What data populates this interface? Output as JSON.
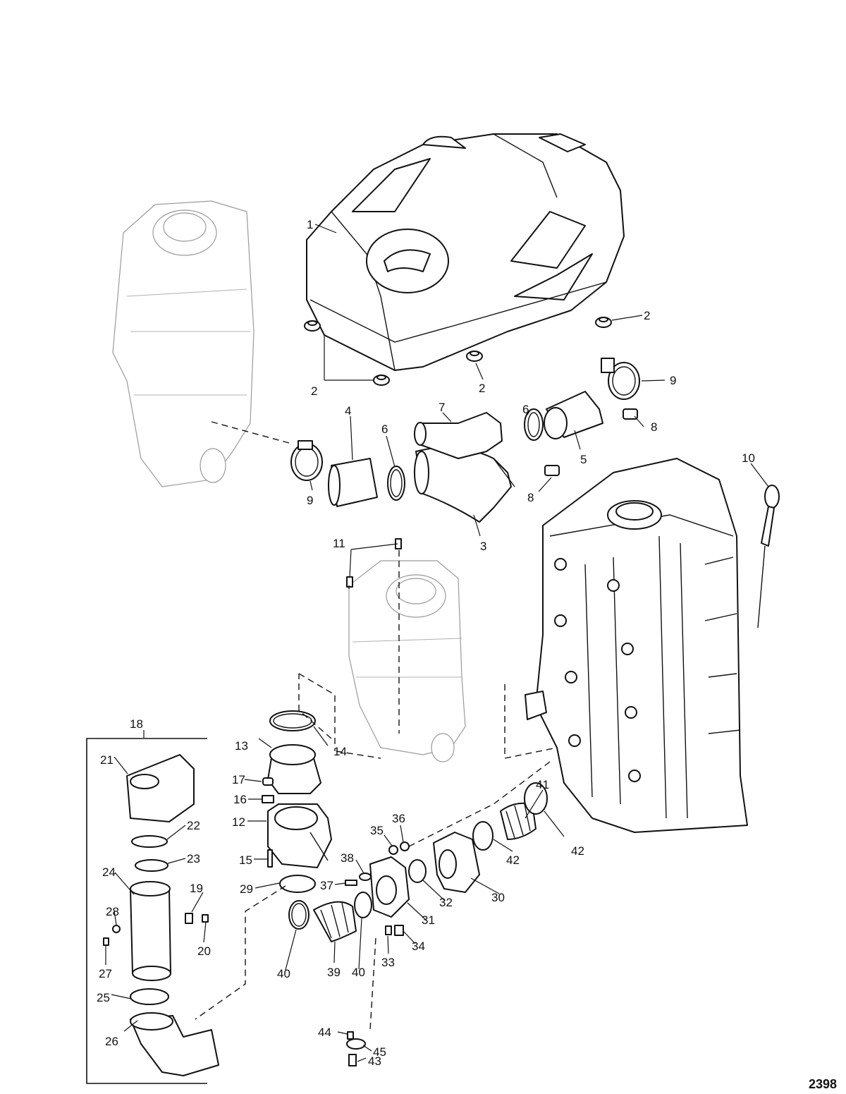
{
  "figure_number": "2398",
  "callouts": [
    {
      "id": "c1",
      "label": "1"
    },
    {
      "id": "c2a",
      "label": "2"
    },
    {
      "id": "c2b",
      "label": "2"
    },
    {
      "id": "c2c",
      "label": "2"
    },
    {
      "id": "c3",
      "label": "3"
    },
    {
      "id": "c4",
      "label": "4"
    },
    {
      "id": "c5",
      "label": "5"
    },
    {
      "id": "c6a",
      "label": "6"
    },
    {
      "id": "c6b",
      "label": "6"
    },
    {
      "id": "c7",
      "label": "7"
    },
    {
      "id": "c8a",
      "label": "8"
    },
    {
      "id": "c8b",
      "label": "8"
    },
    {
      "id": "c9a",
      "label": "9"
    },
    {
      "id": "c9b",
      "label": "9"
    },
    {
      "id": "c10",
      "label": "10"
    },
    {
      "id": "c11",
      "label": "11"
    },
    {
      "id": "c12",
      "label": "12"
    },
    {
      "id": "c13",
      "label": "13"
    },
    {
      "id": "c14",
      "label": "14"
    },
    {
      "id": "c15",
      "label": "15"
    },
    {
      "id": "c16",
      "label": "16"
    },
    {
      "id": "c17",
      "label": "17"
    },
    {
      "id": "c18",
      "label": "18"
    },
    {
      "id": "c19",
      "label": "19"
    },
    {
      "id": "c20",
      "label": "20"
    },
    {
      "id": "c21",
      "label": "21"
    },
    {
      "id": "c22",
      "label": "22"
    },
    {
      "id": "c23",
      "label": "23"
    },
    {
      "id": "c24",
      "label": "24"
    },
    {
      "id": "c25",
      "label": "25"
    },
    {
      "id": "c26",
      "label": "26"
    },
    {
      "id": "c27",
      "label": "27"
    },
    {
      "id": "c28",
      "label": "28"
    },
    {
      "id": "c29",
      "label": "29"
    },
    {
      "id": "c30",
      "label": "30"
    },
    {
      "id": "c31",
      "label": "31"
    },
    {
      "id": "c32",
      "label": "32"
    },
    {
      "id": "c33",
      "label": "33"
    },
    {
      "id": "c34",
      "label": "34"
    },
    {
      "id": "c35",
      "label": "35"
    },
    {
      "id": "c36",
      "label": "36"
    },
    {
      "id": "c37",
      "label": "37"
    },
    {
      "id": "c38",
      "label": "38"
    },
    {
      "id": "c39",
      "label": "39"
    },
    {
      "id": "c40a",
      "label": "40"
    },
    {
      "id": "c40b",
      "label": "40"
    },
    {
      "id": "c41",
      "label": "41"
    },
    {
      "id": "c42a",
      "label": "42"
    },
    {
      "id": "c42b",
      "label": "42"
    },
    {
      "id": "c43",
      "label": "43"
    },
    {
      "id": "c44",
      "label": "44"
    },
    {
      "id": "c45",
      "label": "45"
    }
  ]
}
